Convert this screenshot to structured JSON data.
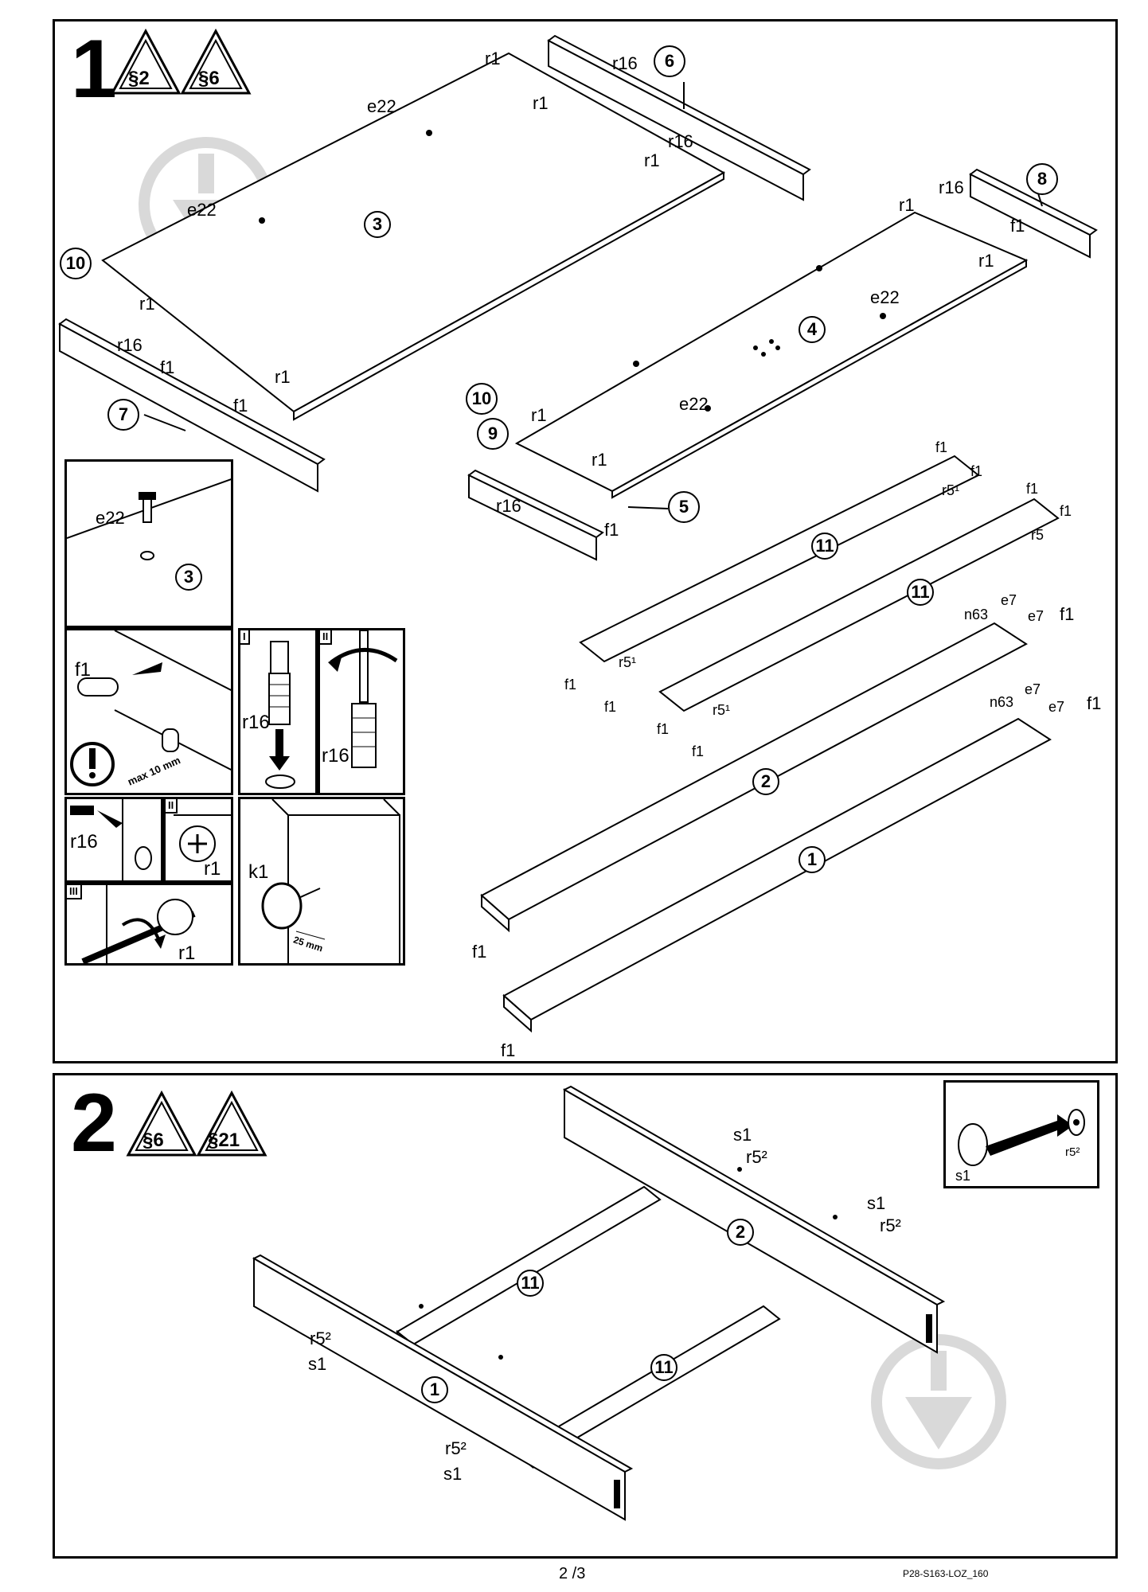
{
  "step1": {
    "number": "1",
    "warnings": [
      "§2",
      "§6"
    ],
    "labels": {
      "r1": "r1",
      "r16": "r16",
      "e22": "e22",
      "f1": "f1",
      "e7": "e7",
      "n63": "n63",
      "r5_1": "r5¹",
      "r5": "r5",
      "k1": "k1"
    },
    "parts": [
      "3",
      "4",
      "6",
      "7",
      "8",
      "9",
      "10",
      "5",
      "11",
      "2",
      "1"
    ],
    "details": {
      "d1_part": "3",
      "d1_label": "e22",
      "d2_label": "f1",
      "d2_note": "max 10 mm",
      "d3_roman": "I",
      "d3_label": "r16",
      "d4_roman": "II",
      "d4_label": "r16",
      "d5_label": "r16",
      "d6_roman": "II",
      "d6_label": "r1",
      "d7_roman": "III",
      "d7_label": "r1",
      "d8_label": "k1",
      "d8_note": "25 mm"
    }
  },
  "step2": {
    "number": "2",
    "warnings": [
      "§6",
      "§21"
    ],
    "labels": {
      "s1": "s1",
      "r5_2": "r5²"
    },
    "parts": [
      "2",
      "11",
      "11",
      "1"
    ]
  },
  "footer": {
    "page": "2 /3",
    "code": "P28-S163-LOZ_160"
  },
  "colors": {
    "line": "#000000",
    "watermark": "#d9d9d9",
    "paper": "#ffffff"
  }
}
